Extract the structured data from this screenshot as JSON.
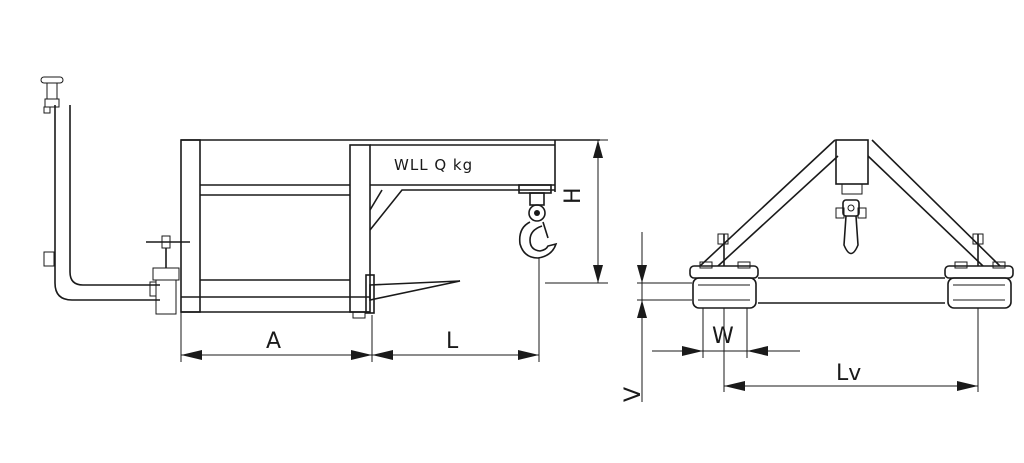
{
  "boom_label": "WLL  Q  kg",
  "dimensions": {
    "a": "A",
    "l": "L",
    "h": "H",
    "w": "W",
    "v": "V",
    "lv": "Lv"
  }
}
